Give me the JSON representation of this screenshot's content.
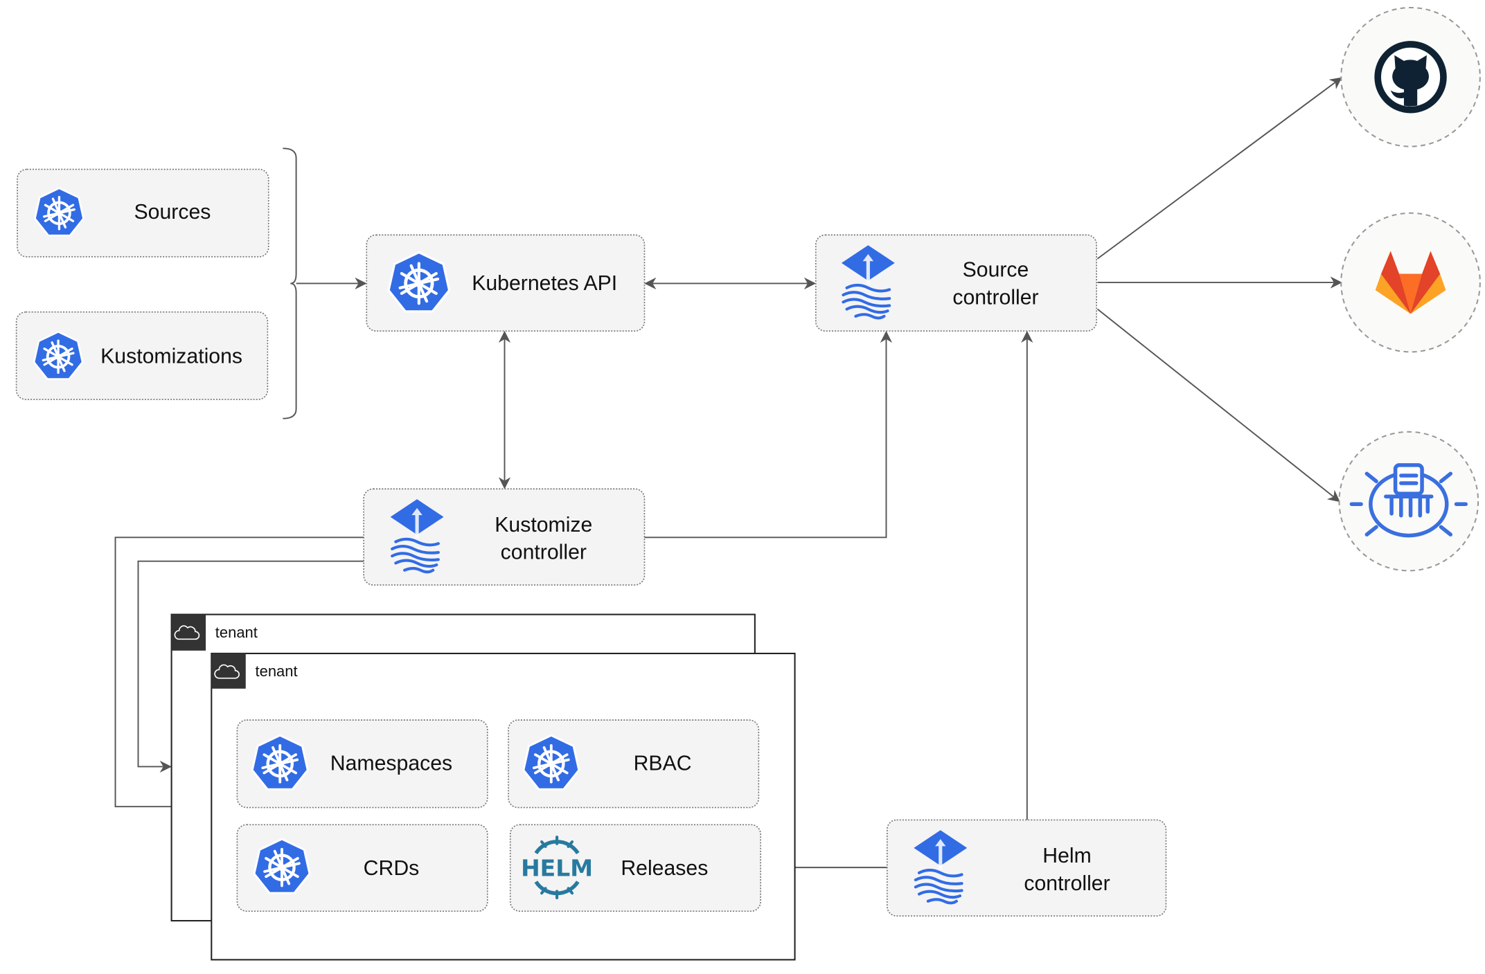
{
  "nodes": {
    "sources": "Sources",
    "kustomizations": "Kustomizations",
    "kubernetes_api": "Kubernetes API",
    "source_controller": [
      "Source",
      "controller"
    ],
    "kustomize_controller": [
      "Kustomize",
      "controller"
    ],
    "helm_controller": [
      "Helm",
      "controller"
    ],
    "namespaces": "Namespaces",
    "rbac": "RBAC",
    "crds": "CRDs",
    "releases": "Releases",
    "helm_logo_text": "HELM"
  },
  "tenants": [
    "tenant",
    "tenant"
  ],
  "external": [
    "github-icon",
    "gitlab-icon",
    "bucket-icon"
  ],
  "colors": {
    "k8s_blue": "#326ce5",
    "github": "#0f2233",
    "gitlab_orange": "#e24329",
    "gitlab_yellow": "#fca326",
    "helm": "#277a9f",
    "tenant_header": "#333333"
  }
}
